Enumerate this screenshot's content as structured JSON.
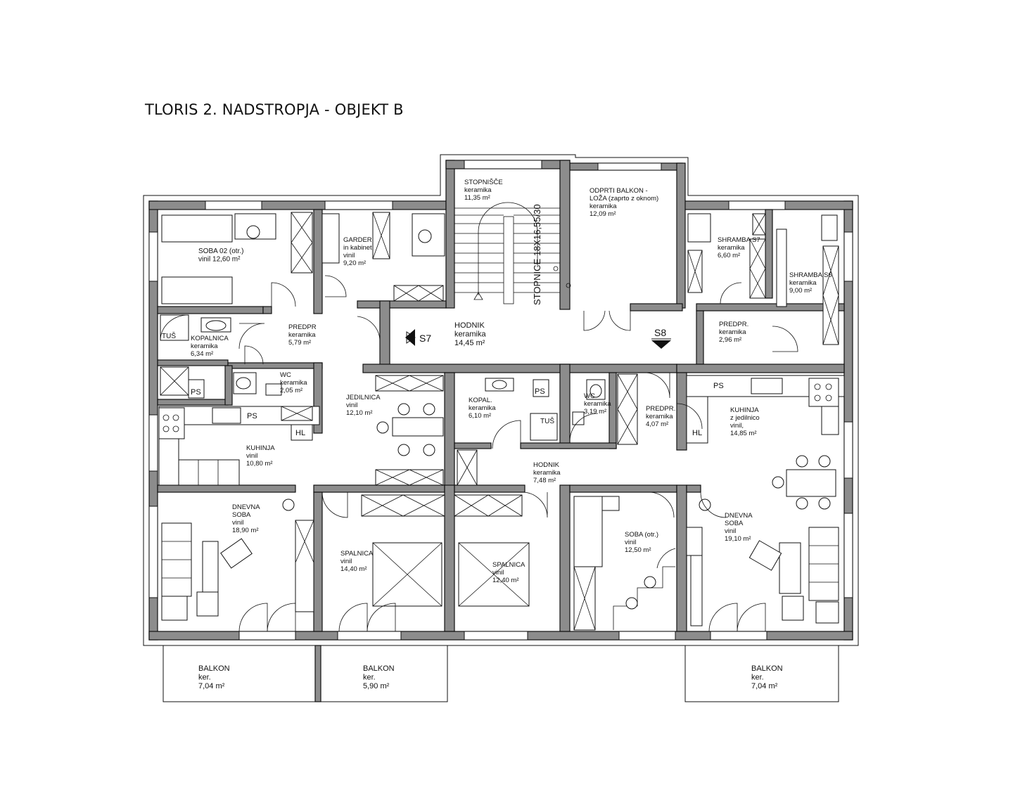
{
  "title": "TLORIS 2. NADSTROPJA - OBJEKT B",
  "section_marks": [
    "S7",
    "S8"
  ],
  "stair_note": "STOPNICE 18X16,55/30",
  "rooms": [
    {
      "id": "soba02",
      "lines": [
        "SOBA 02 (otr.)",
        "vinil 12,60 m²"
      ]
    },
    {
      "id": "garder",
      "lines": [
        "GARDER.",
        "in kabinet",
        "vinil",
        "9,20 m²"
      ]
    },
    {
      "id": "stopnisce",
      "lines": [
        "STOPNIŠČE",
        "keramika",
        "11,35 m²"
      ]
    },
    {
      "id": "balkon-loza",
      "lines": [
        "ODPRTI BALKON -",
        "LOŽA (zaprto z oknom)",
        "keramika",
        "12,09 m²"
      ]
    },
    {
      "id": "shramba7",
      "lines": [
        "SHRAMBA S7",
        "keramika",
        "6,60 m²"
      ]
    },
    {
      "id": "shramba6",
      "lines": [
        "SHRAMBA S6",
        "keramika",
        "9,00 m²"
      ]
    },
    {
      "id": "kopalnica1",
      "lines": [
        "KOPALNICA",
        "keramika",
        "6,34 m²"
      ]
    },
    {
      "id": "predpr1",
      "lines": [
        "PREDPR",
        "keramika",
        "5,79 m²"
      ]
    },
    {
      "id": "hodnik1",
      "lines": [
        "HODNIK",
        "keramika",
        "14,45 m²"
      ]
    },
    {
      "id": "predpr2",
      "lines": [
        "PREDPR.",
        "keramika",
        "2,96 m²"
      ]
    },
    {
      "id": "wc1",
      "lines": [
        "WC",
        "keramika",
        "2,05 m²"
      ]
    },
    {
      "id": "jedilnica",
      "lines": [
        "JEDILNICA",
        "vinil",
        "12,10 m²"
      ]
    },
    {
      "id": "kopal2",
      "lines": [
        "KOPAL.",
        "keramika",
        "6,10 m²"
      ]
    },
    {
      "id": "wc2",
      "lines": [
        "WC",
        "keramika",
        "3,19 m²"
      ]
    },
    {
      "id": "predpr3",
      "lines": [
        "PREDPR.",
        "keramika",
        "4,07 m²"
      ]
    },
    {
      "id": "kuhinja2",
      "lines": [
        "KUHINJA",
        "z jedilnico",
        "vinil,",
        "14,85 m²"
      ]
    },
    {
      "id": "kuhinja1",
      "lines": [
        "KUHINJA",
        "vinil",
        "10,80 m²"
      ]
    },
    {
      "id": "hodnik2",
      "lines": [
        "HODNIK",
        "keramika",
        "7,48 m²"
      ]
    },
    {
      "id": "dnevna1",
      "lines": [
        "DNEVNA",
        "SOBA",
        "vinil",
        "18,90 m²"
      ]
    },
    {
      "id": "spalnica1",
      "lines": [
        "SPALNICA",
        "vinil",
        "14,40 m²"
      ]
    },
    {
      "id": "spalnica2",
      "lines": [
        "SPALNICA",
        "vinil",
        "12,40 m²"
      ]
    },
    {
      "id": "soba-otr",
      "lines": [
        "SOBA (otr.)",
        "vinil",
        "12,50 m²"
      ]
    },
    {
      "id": "dnevna2",
      "lines": [
        "DNEVNA",
        "SOBA",
        "vinil",
        "19,10 m²"
      ]
    },
    {
      "id": "balkon1",
      "lines": [
        "BALKON",
        "ker.",
        "7,04 m²"
      ]
    },
    {
      "id": "balkon2",
      "lines": [
        "BALKON",
        "ker.",
        "5,90 m²"
      ]
    },
    {
      "id": "balkon3",
      "lines": [
        "BALKON",
        "ker.",
        "7,04 m²"
      ]
    }
  ],
  "fixtures": {
    "ps": "PS",
    "hl": "HL",
    "tus": "TUŠ"
  }
}
